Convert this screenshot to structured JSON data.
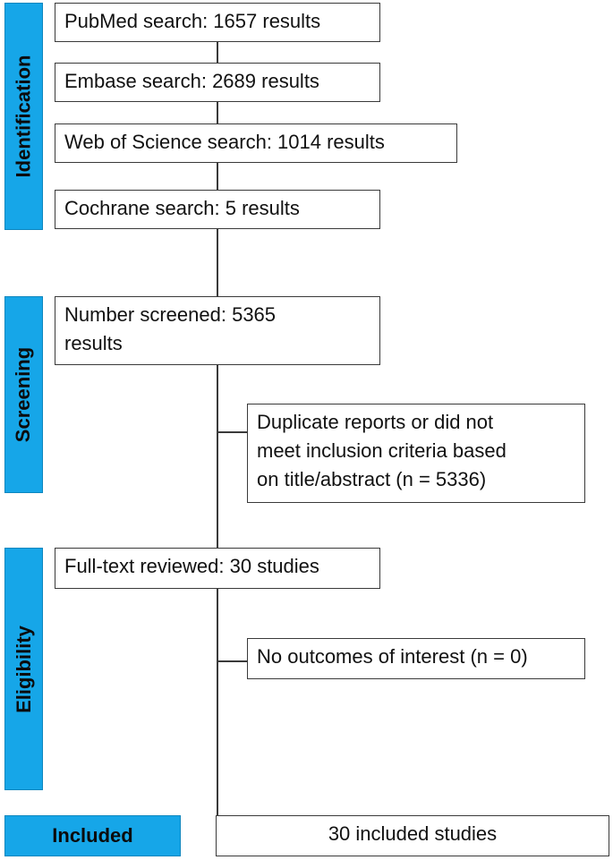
{
  "phases": {
    "identification": "Identification",
    "screening": "Screening",
    "eligibility": "Eligibility",
    "included": "Included"
  },
  "boxes": {
    "pubmed": "PubMed search: 1657 results",
    "embase": "Embase search: 2689 results",
    "wos": "Web of Science search: 1014 results",
    "cochrane": "Cochrane search: 5 results",
    "screened_line1": "Number screened: 5365",
    "screened_line2": "results",
    "excluded_line1": "Duplicate reports or did not",
    "excluded_line2": "meet inclusion criteria based",
    "excluded_line3": "on title/abstract (n = 5336)",
    "fulltext": "Full-text reviewed: 30 studies",
    "no_outcomes": "No outcomes of interest (n = 0)",
    "included": "30 included studies"
  },
  "colors": {
    "phase_fill": "#16a6e8",
    "box_border": "#3a3a3a"
  }
}
